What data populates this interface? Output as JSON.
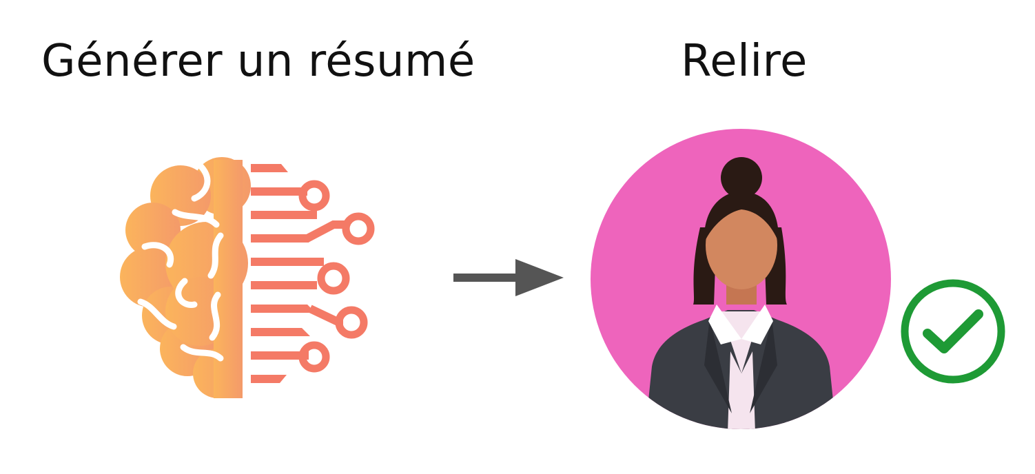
{
  "steps": [
    {
      "label": "Générer un résumé",
      "icon": "ai-brain-circuit-icon"
    },
    {
      "label": "Relire",
      "icon": "reviewer-person-avatar"
    }
  ],
  "connector": {
    "icon": "arrow-right-icon"
  },
  "review_status": {
    "icon": "check-circle-icon"
  },
  "colors": {
    "brain_light": "#FBB45C",
    "brain_dark": "#F49A6A",
    "circuit": "#F47A66",
    "arrow": "#555555",
    "avatar_background": "#EE64BC",
    "check": "#1E9A35",
    "suit": "#3A3D44",
    "skin": "#D2875F",
    "hair": "#2A1A14"
  }
}
